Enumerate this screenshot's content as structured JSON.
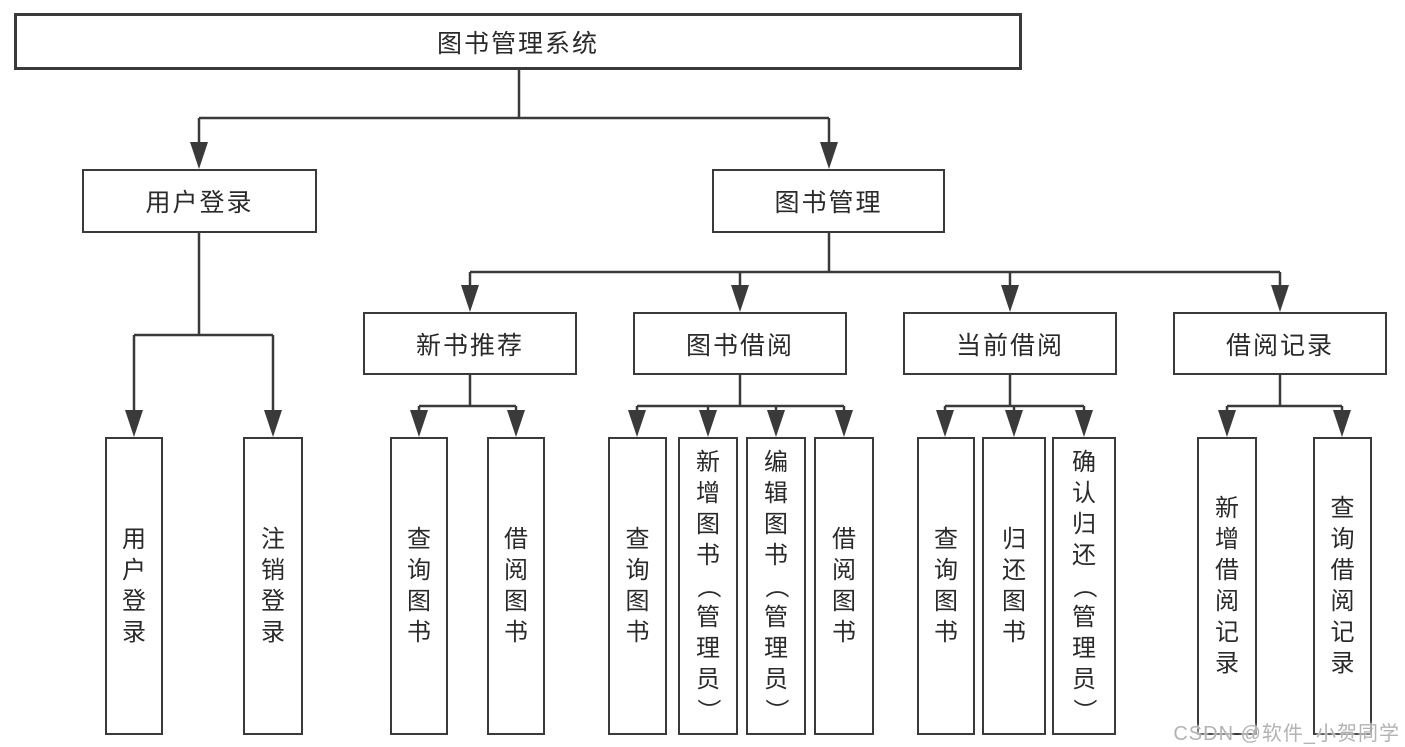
{
  "tree": {
    "root": "图书管理系统",
    "branches": [
      {
        "label": "用户登录",
        "children": [
          "用户登录",
          "注销登录"
        ]
      },
      {
        "label": "图书管理",
        "children": [
          {
            "label": "新书推荐",
            "children": [
              "查询图书",
              "借阅图书"
            ]
          },
          {
            "label": "图书借阅",
            "children": [
              "查询图书",
              "新增图书（管理员）",
              "编辑图书（管理员）",
              "借阅图书"
            ]
          },
          {
            "label": "当前借阅",
            "children": [
              "查询图书",
              "归还图书",
              "确认归还（管理员）"
            ]
          },
          {
            "label": "借阅记录",
            "children": [
              "新增借阅记录",
              "查询借阅记录"
            ]
          }
        ]
      }
    ]
  },
  "watermark": "CSDN @软件_小贺同学",
  "colors": {
    "line": "#3a3a3a",
    "text": "#2a2a2a",
    "watermark": "#b3b3b3",
    "background": "#ffffff"
  }
}
